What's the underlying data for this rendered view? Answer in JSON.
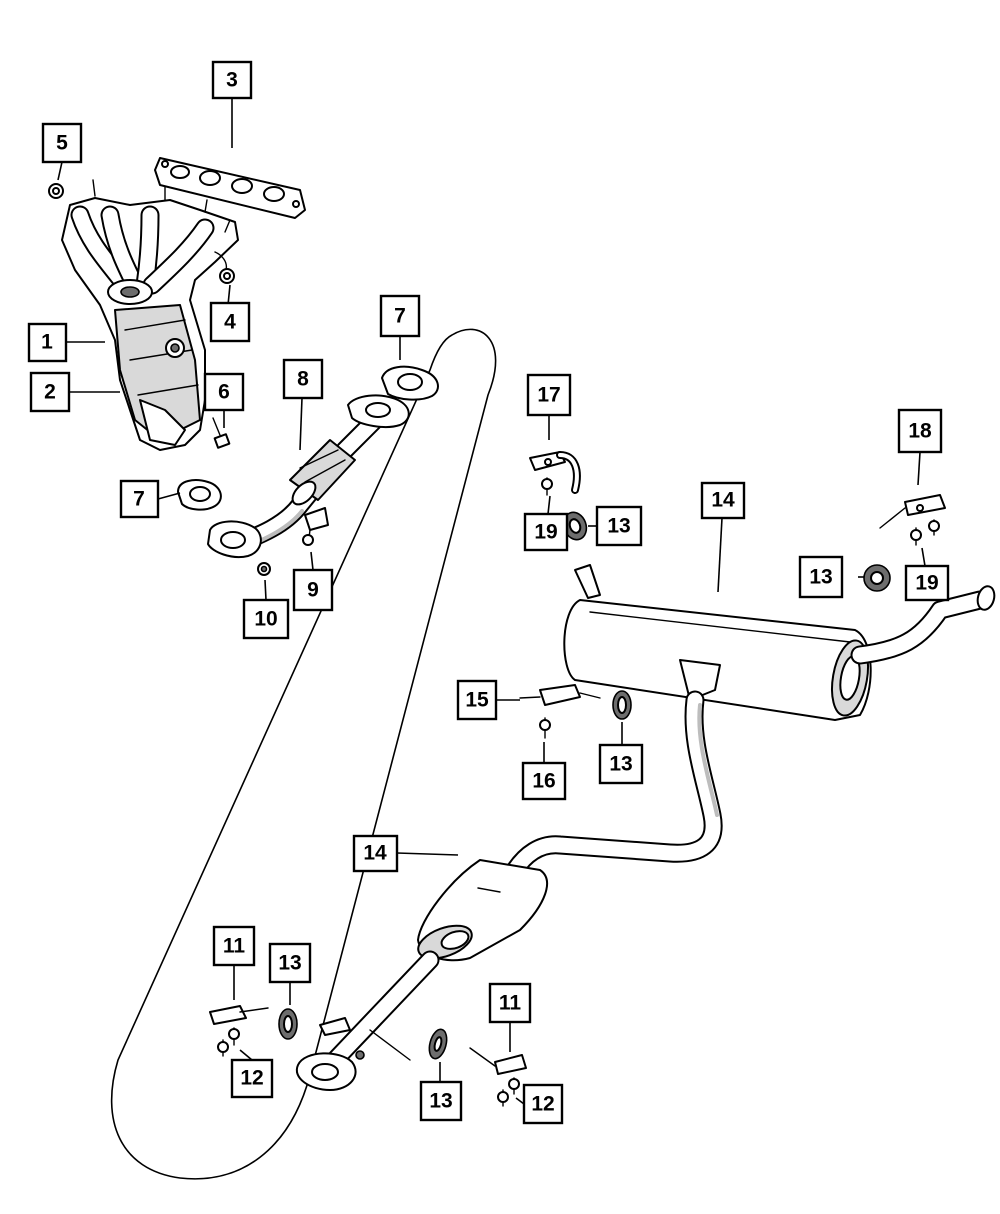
{
  "callouts": {
    "c1": "1",
    "c2": "2",
    "c3": "3",
    "c4": "4",
    "c5": "5",
    "c6": "6",
    "c7a": "7",
    "c7b": "7",
    "c8": "8",
    "c9": "9",
    "c10": "10",
    "c11a": "11",
    "c11b": "11",
    "c12a": "12",
    "c12b": "12",
    "c13a": "13",
    "c13b": "13",
    "c13c": "13",
    "c13d": "13",
    "c13e": "13",
    "c14a": "14",
    "c14b": "14",
    "c15": "15",
    "c16": "16",
    "c17": "17",
    "c18": "18",
    "c19a": "19",
    "c19b": "19"
  },
  "colors": {
    "line": "#000000",
    "background": "#ffffff",
    "shade": "#d9d9d9"
  }
}
